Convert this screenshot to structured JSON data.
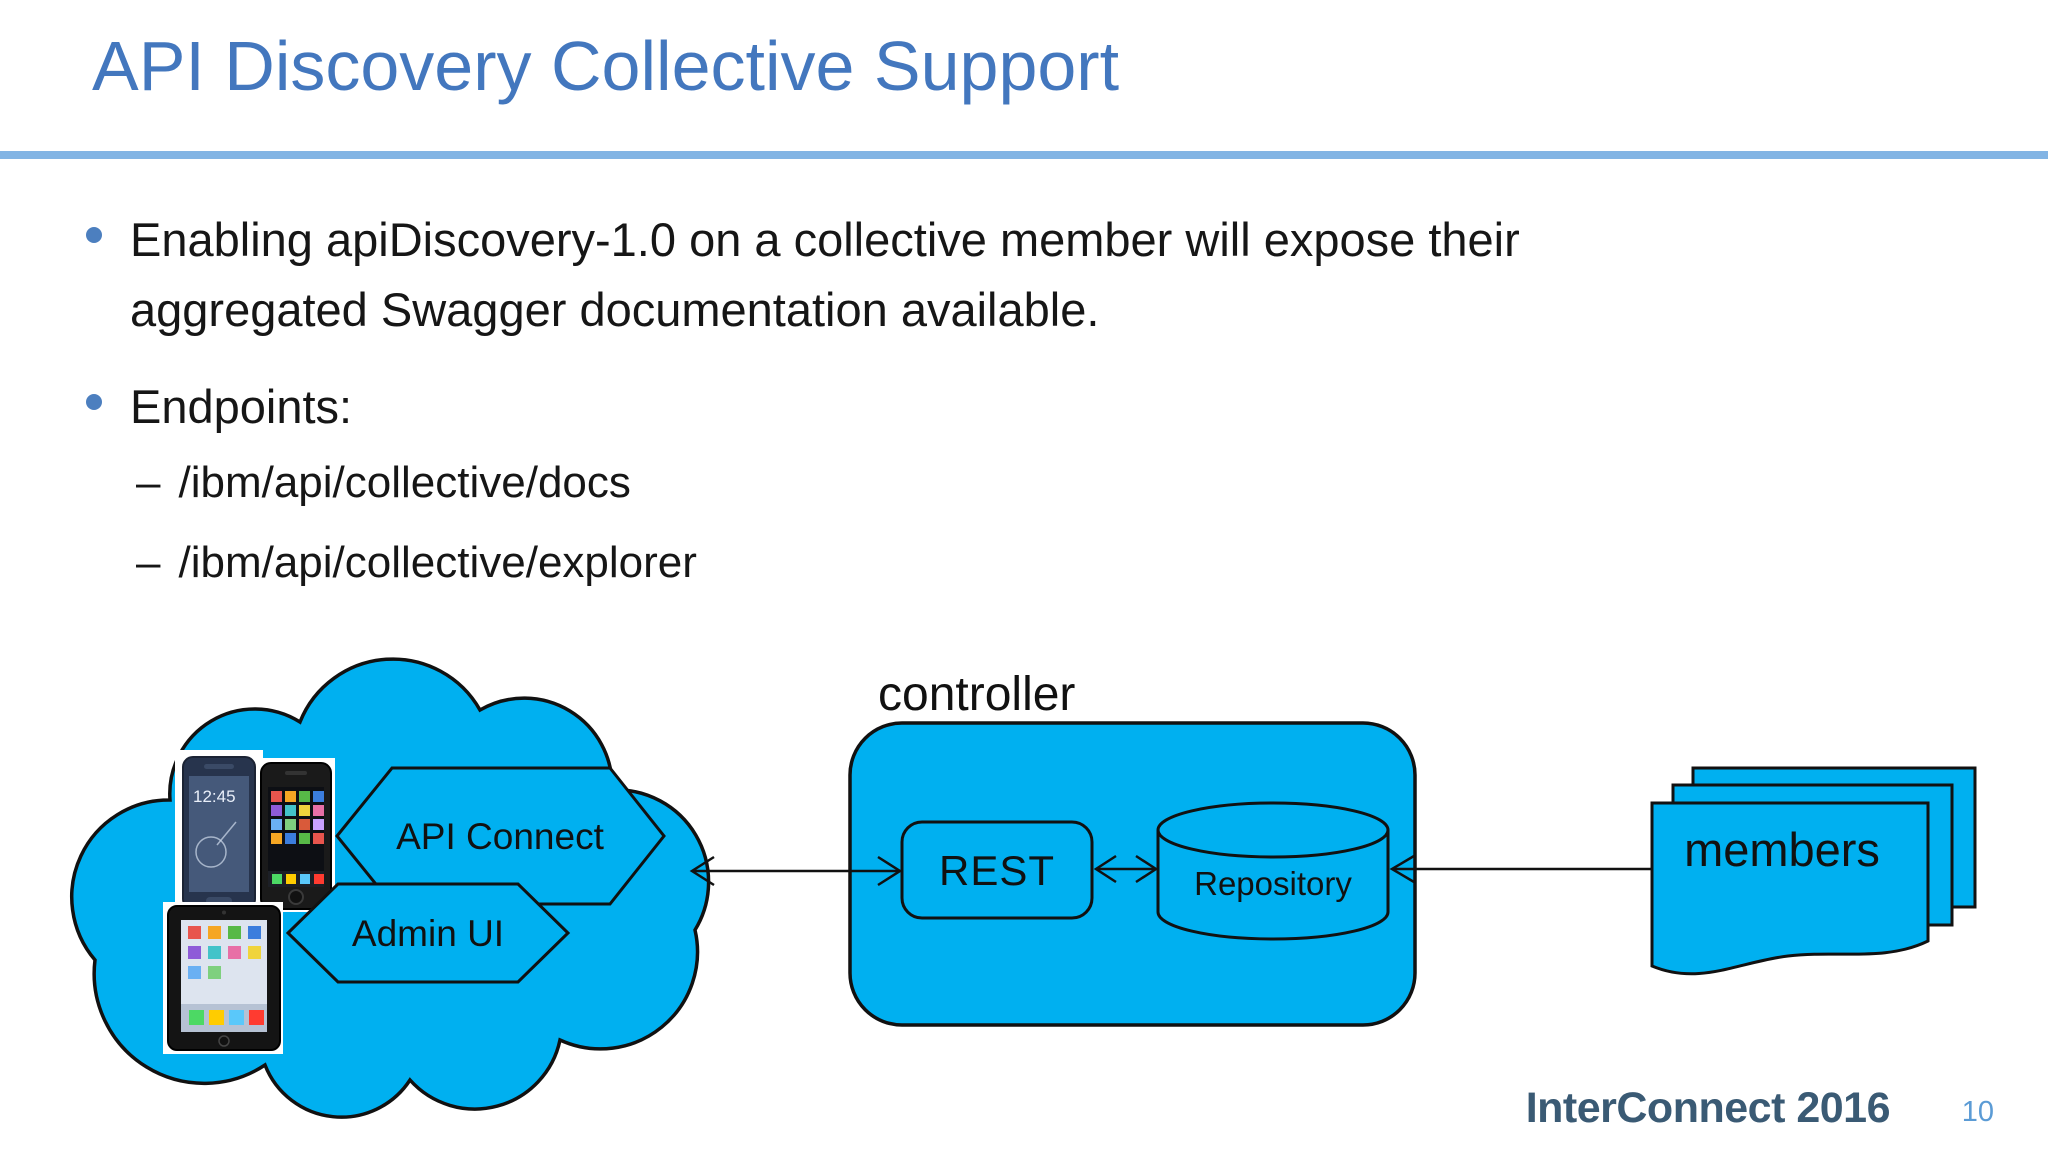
{
  "slide": {
    "title": "API Discovery Collective Support",
    "bullets": {
      "b1": {
        "text": "Enabling apiDiscovery-1.0 on a collective member will expose their\naggregated Swagger documentation available."
      },
      "b2": {
        "text": "Endpoints:"
      },
      "sub1": {
        "marker": "–",
        "text": "/ibm/api/collective/docs"
      },
      "sub2": {
        "marker": "–",
        "text": "/ibm/api/collective/explorer"
      }
    }
  },
  "diagram": {
    "cloud": {
      "api_connect_label": "API Connect",
      "admin_ui_label": "Admin UI",
      "samsung_time": "12:45"
    },
    "controller": {
      "label": "controller",
      "rest_label": "REST",
      "repository_label": "Repository"
    },
    "members": {
      "label": "members"
    }
  },
  "footer": {
    "brand": "InterConnect 2016",
    "page_number": "10"
  },
  "colors": {
    "shape_blue": "#00B0F0",
    "title_blue": "#4377BE",
    "rule_blue": "#82B4E4",
    "bullet_dot_blue": "#4C7FBF",
    "footer_text": "#3A5A74",
    "page_number_blue": "#5B9BD5",
    "outline_black": "#111111"
  }
}
